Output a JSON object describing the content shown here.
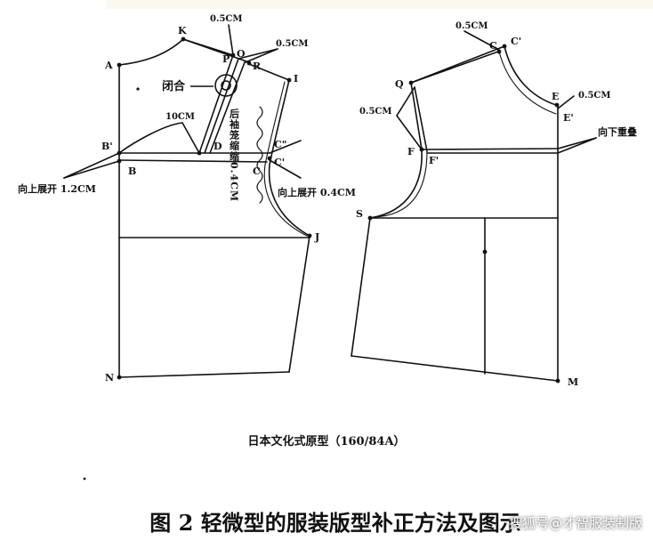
{
  "colors": {
    "line": "#111111",
    "background": "#ffffff"
  },
  "labels": {
    "A": "A",
    "K": "K",
    "O": "O",
    "P": "P",
    "R": "R",
    "I": "I",
    "B_prime": "B'",
    "B": "B",
    "D": "D",
    "C_pp": "C\"",
    "C_p_left": "C'",
    "C_left": "C",
    "J": "J",
    "N": "N",
    "C_right": "C",
    "C_p_right": "C'",
    "Q": "Q",
    "E": "E",
    "E_prime": "E'",
    "F": "F",
    "F_prime": "F'",
    "S": "S",
    "M": "M"
  },
  "annotations": {
    "m05_top": "0.5CM",
    "m05_right": "0.5CM",
    "m10": "10CM",
    "bihe": "闭合",
    "back_shrink": "后袖笼缩缩0.4CM",
    "up_open_12": "向上展开 1.2CM",
    "up_open_04": "向上展开 0.4CM",
    "m05_front_top": "0.5CM",
    "m05_front_left": "0.5CM",
    "m05_front_e": "0.5CM",
    "down_overlap": "向下重叠"
  },
  "caption": "日本文化式原型（160/84A）",
  "title": "图 2 轻微型的服装版型补正方法及图示",
  "watermark": "搜狐号@才智服装制版"
}
